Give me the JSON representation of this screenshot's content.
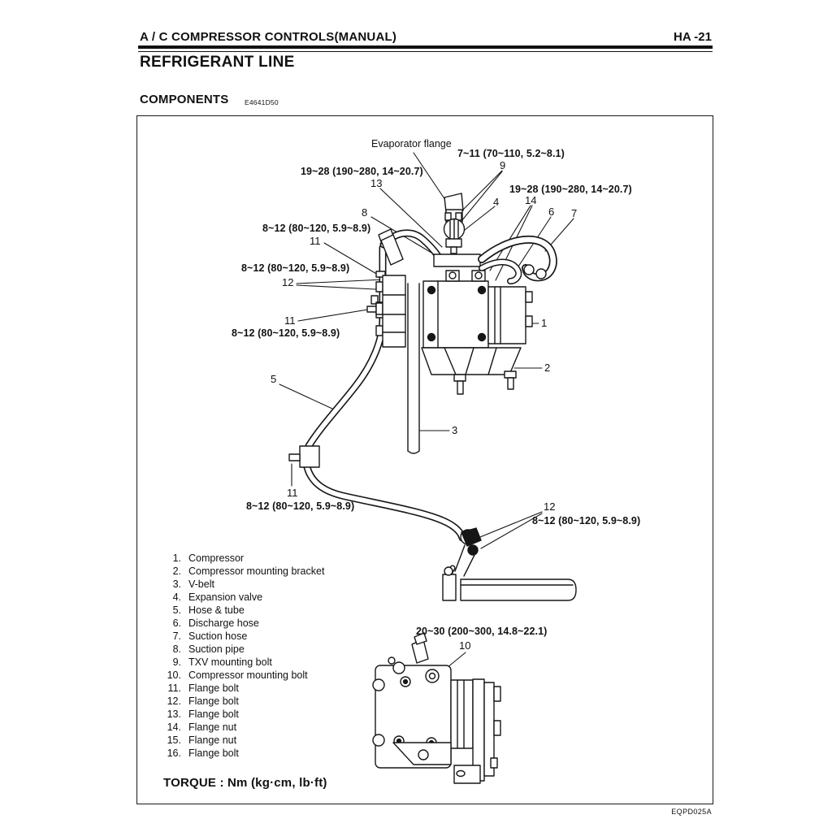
{
  "page": {
    "header_title": "A / C COMPRESSOR CONTROLS(MANUAL)",
    "page_number": "HA -21",
    "section_title": "REFRIGERANT LINE",
    "components_heading": "COMPONENTS",
    "components_code": "E4641D50",
    "torque_note": "TORQUE : Nm (kg·cm, lb·ft)",
    "figure_code": "EQPD025A"
  },
  "diagram": {
    "labels": {
      "evaporator_flange": "Evaporator flange",
      "torque_7_11": "7~11 (70~110, 5.2~8.1)",
      "torque_19_28": "19~28 (190~280, 14~20.7)",
      "torque_8_12": "8~12 (80~120, 5.9~8.9)",
      "torque_20_30": "20~30 (200~300, 14.8~22.1)"
    },
    "numbers": {
      "n1": "1",
      "n2": "2",
      "n3": "3",
      "n4": "4",
      "n5": "5",
      "n6": "6",
      "n7": "7",
      "n8": "8",
      "n9": "9",
      "n10": "10",
      "n11": "11",
      "n12": "12",
      "n13": "13",
      "n14": "14"
    }
  },
  "parts": [
    {
      "num": "1.",
      "name": "Compressor"
    },
    {
      "num": "2.",
      "name": "Compressor mounting bracket"
    },
    {
      "num": "3.",
      "name": "V-belt"
    },
    {
      "num": "4.",
      "name": "Expansion valve"
    },
    {
      "num": "5.",
      "name": "Hose & tube"
    },
    {
      "num": "6.",
      "name": "Discharge hose"
    },
    {
      "num": "7.",
      "name": "Suction hose"
    },
    {
      "num": "8.",
      "name": "Suction pipe"
    },
    {
      "num": "9.",
      "name": "TXV mounting bolt"
    },
    {
      "num": "10.",
      "name": "Compressor mounting bolt"
    },
    {
      "num": "11.",
      "name": "Flange bolt"
    },
    {
      "num": "12.",
      "name": "Flange bolt"
    },
    {
      "num": "13.",
      "name": "Flange bolt"
    },
    {
      "num": "14.",
      "name": "Flange nut"
    },
    {
      "num": "15.",
      "name": "Flange nut"
    },
    {
      "num": "16.",
      "name": "Flange bolt"
    }
  ]
}
